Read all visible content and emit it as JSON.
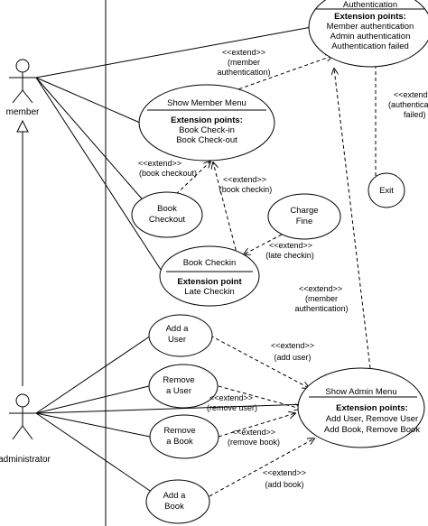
{
  "actors": {
    "member": "member",
    "administrator": "administrator"
  },
  "usecases": {
    "authentication": {
      "title": "Authentication",
      "ext_heading": "Extension points:",
      "ext_items": [
        "Member authentication",
        "Admin authentication",
        "Authentication failed"
      ]
    },
    "show_member_menu": {
      "title": "Show Member Menu",
      "ext_heading": "Extension points:",
      "ext_items": [
        "Book Check-in",
        "Book Check-out"
      ]
    },
    "book_checkout": {
      "lines": [
        "Book",
        "Checkout"
      ]
    },
    "charge_fine": {
      "lines": [
        "Charge",
        "Fine"
      ]
    },
    "book_checkin": {
      "title": "Book Checkin",
      "ext_heading": "Extension point",
      "ext_items": [
        "Late Checkin"
      ]
    },
    "exit": {
      "label": "Exit"
    },
    "add_user": {
      "lines": [
        "Add a",
        "User"
      ]
    },
    "remove_user": {
      "lines": [
        "Remove",
        "a User"
      ]
    },
    "remove_book": {
      "lines": [
        "Remove",
        "a Book"
      ]
    },
    "add_book": {
      "lines": [
        "Add a",
        "Book"
      ]
    },
    "show_admin_menu": {
      "title": "Show Admin Menu",
      "ext_heading": "Extension points:",
      "ext_items": [
        "Add User, Remove User",
        "Add Book, Remove Book"
      ]
    }
  },
  "relations": {
    "extend_member_auth_top": [
      "<<extend>>",
      "(member",
      "authentication)"
    ],
    "extend_auth_failed": [
      "<<extend>",
      "(authenticatio",
      "failed)"
    ],
    "extend_book_checkout": [
      "<<extend>>",
      "(book checkout)"
    ],
    "extend_book_checkin": [
      "<<extend>>",
      "(book checkin)"
    ],
    "extend_late_checkin": [
      "<<extend>>",
      "(late checkin)"
    ],
    "extend_member_auth_mid": [
      "<<extend>>",
      "(member",
      "authentication)"
    ],
    "extend_add_user": [
      "<<extend>>",
      "(add user)"
    ],
    "extend_remove_user": [
      "<<extend>>",
      "(remove user)"
    ],
    "extend_remove_book": [
      "<<extend>>",
      "(remove book)"
    ],
    "extend_add_book": [
      "<<extend>>",
      "(add book)"
    ]
  }
}
